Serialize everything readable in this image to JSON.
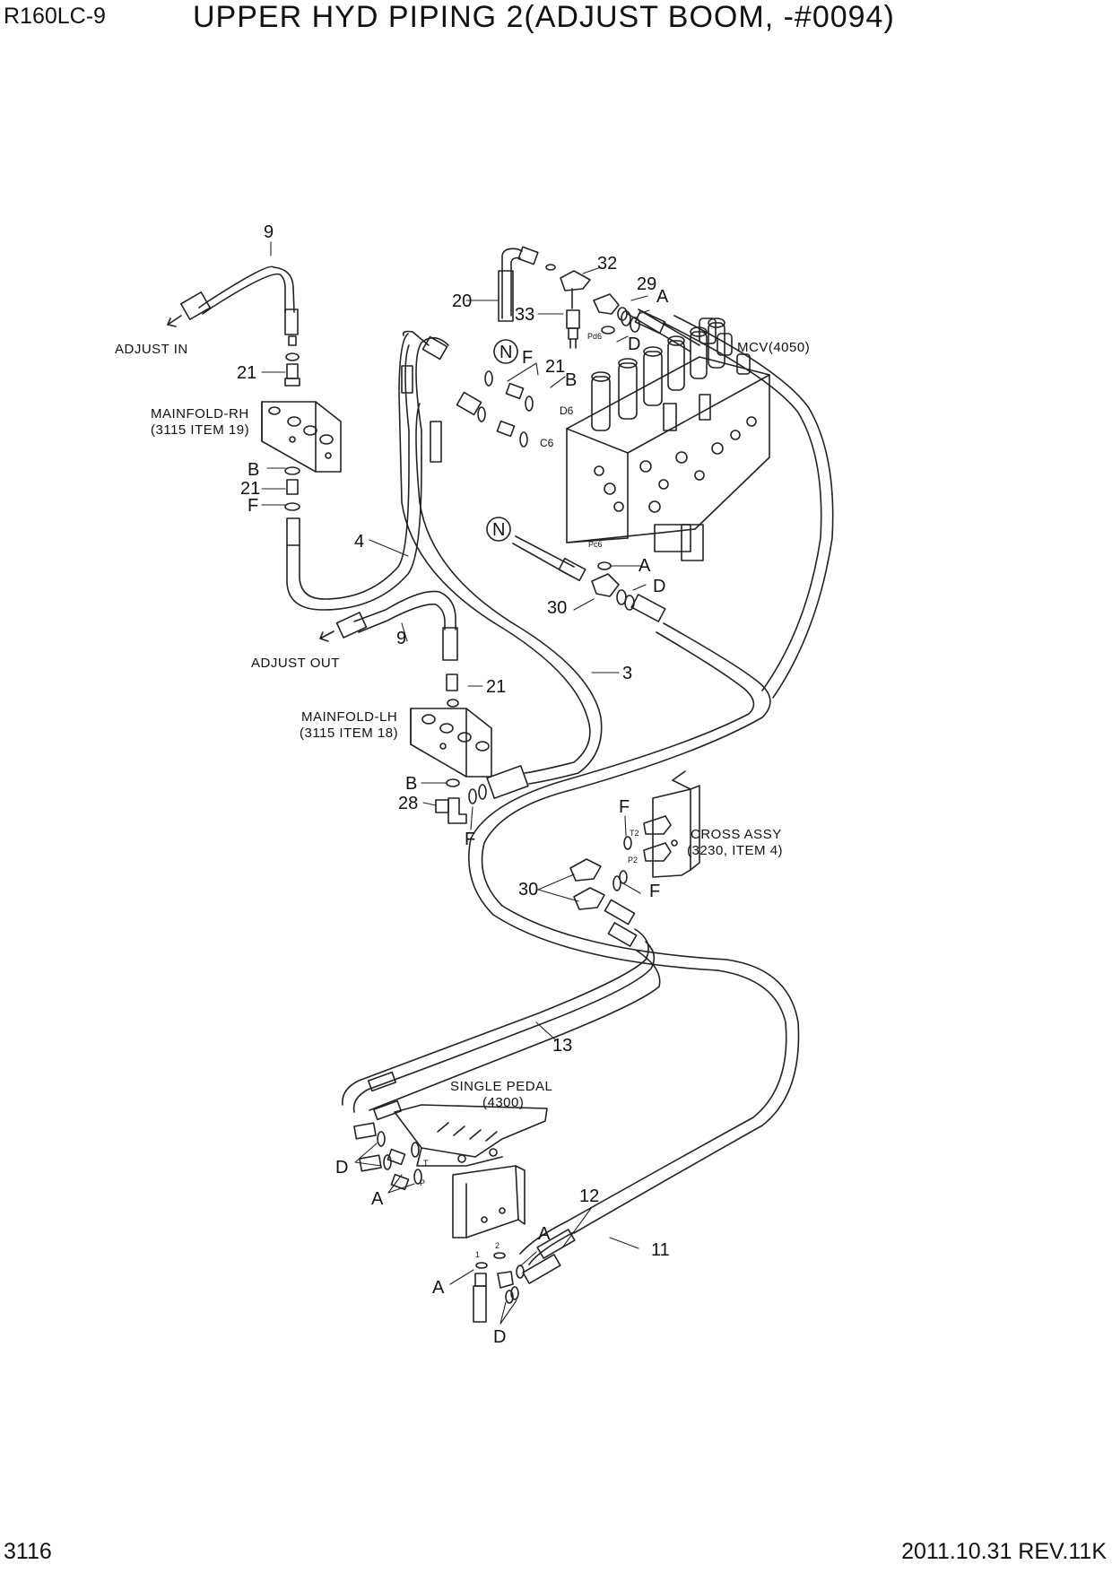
{
  "header": {
    "model": "R160LC-9",
    "title": "UPPER HYD PIPING 2(ADJUST BOOM, -#0094)"
  },
  "footer": {
    "page": "3116",
    "date_rev": "2011.10.31  REV.11K"
  },
  "labels": {
    "adjust_in": "ADJUST IN",
    "adjust_out": "ADJUST OUT",
    "mainfold_rh": "MAINFOLD-RH",
    "mainfold_rh_ref": "(3115 ITEM 19)",
    "mainfold_lh": "MAINFOLD-LH",
    "mainfold_lh_ref": "(3115 ITEM 18)",
    "mcv": "MCV(4050)",
    "cross_assy": "CROSS ASSY",
    "cross_assy_ref": "(3230, ITEM 4)",
    "single_pedal": "SINGLE PEDAL",
    "single_pedal_ref": "(4300)"
  },
  "callouts": {
    "n9a": "9",
    "n9b": "9",
    "n20": "20",
    "n32": "32",
    "n33": "33",
    "n29": "29",
    "n21a": "21",
    "n21b": "21",
    "n21c": "21",
    "n21d": "21",
    "n4": "4",
    "n3": "3",
    "n30a": "30",
    "n30b": "30",
    "n28": "28",
    "n13": "13",
    "n12": "12",
    "n11": "11"
  },
  "letters": {
    "A1": "A",
    "A2": "A",
    "A3": "A",
    "A4": "A",
    "A5": "A",
    "B1": "B",
    "B2": "B",
    "B3": "B",
    "D1": "D",
    "D2": "D",
    "D3": "D",
    "D4": "D",
    "F1": "F",
    "F2": "F",
    "F3": "F",
    "F4": "F",
    "F5": "F",
    "N1": "N",
    "N2": "N"
  },
  "ports": {
    "pd6": "Pd6",
    "d6": "D6",
    "c6": "C6",
    "pc6": "Pc6",
    "t2": "T2",
    "p2": "P2",
    "t": "T",
    "p": "P",
    "p1": "1",
    "p2b": "2"
  }
}
